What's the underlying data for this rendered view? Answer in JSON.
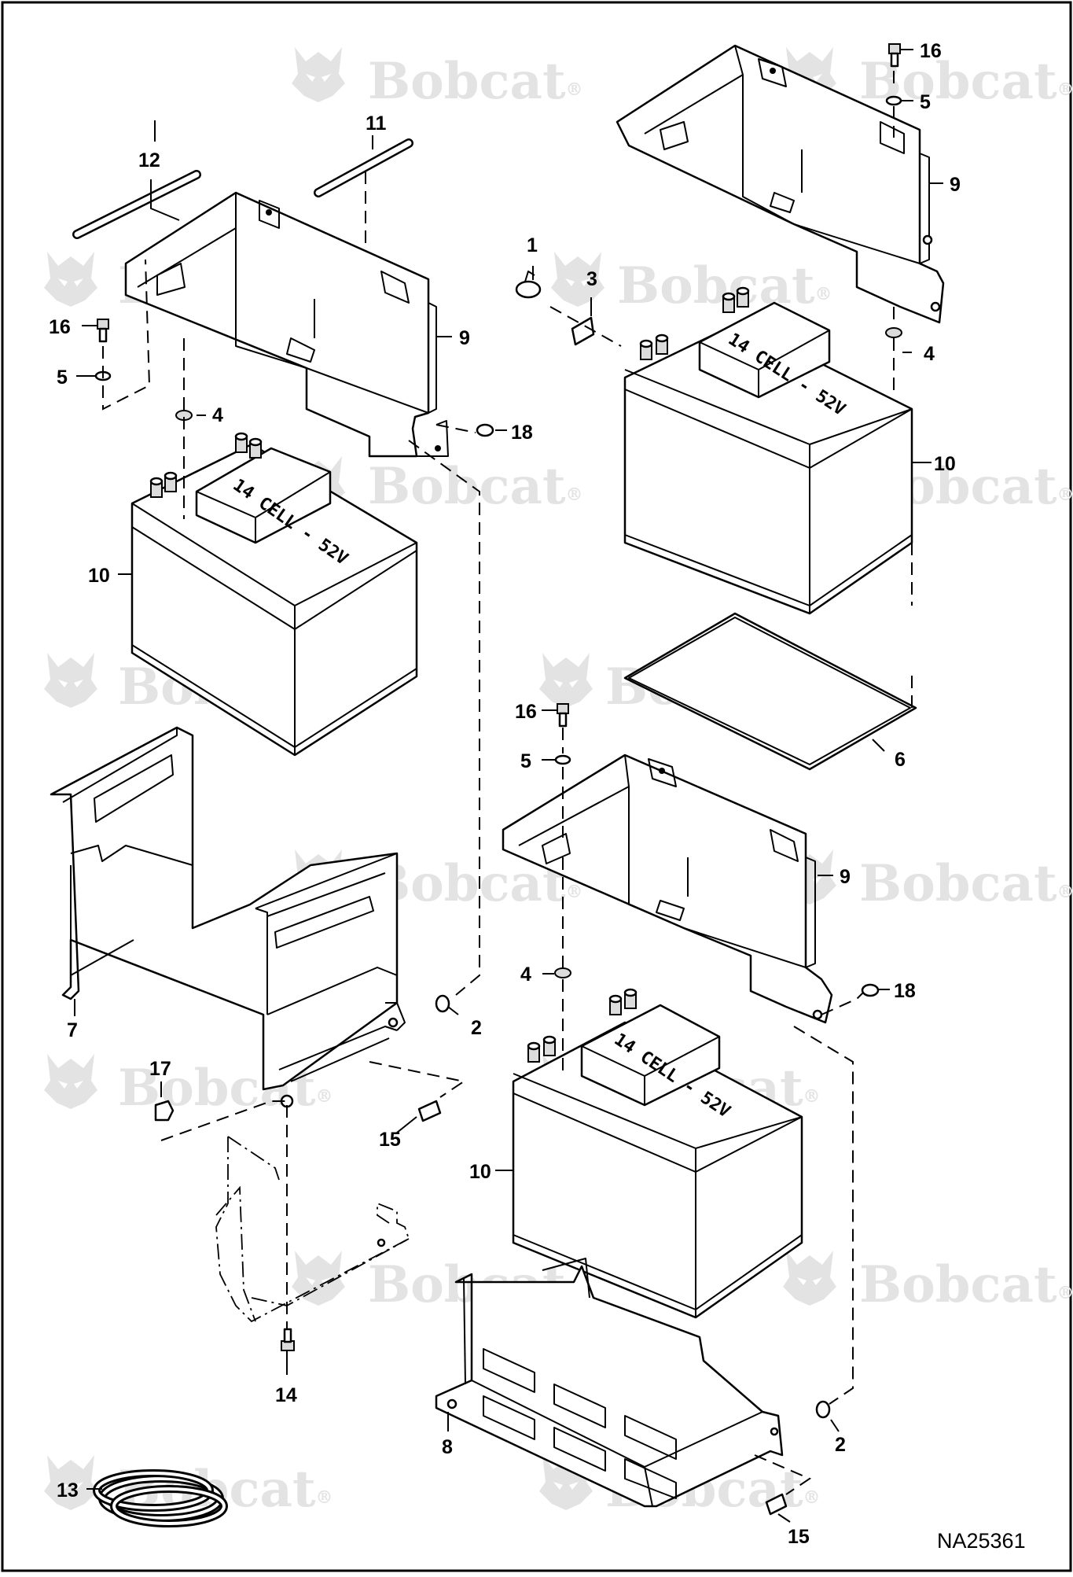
{
  "diagram": {
    "watermark_text": "Bobcat",
    "watermark_mark": "®",
    "drawing_number": "NA25361",
    "battery_label": "14 CELL - 52V",
    "callouts": [
      {
        "id": "c1",
        "label": "1"
      },
      {
        "id": "c2a",
        "label": "2"
      },
      {
        "id": "c2b",
        "label": "2"
      },
      {
        "id": "c3",
        "label": "3"
      },
      {
        "id": "c4a",
        "label": "4"
      },
      {
        "id": "c4b",
        "label": "4"
      },
      {
        "id": "c4c",
        "label": "4"
      },
      {
        "id": "c5a",
        "label": "5"
      },
      {
        "id": "c5b",
        "label": "5"
      },
      {
        "id": "c5c",
        "label": "5"
      },
      {
        "id": "c6",
        "label": "6"
      },
      {
        "id": "c7",
        "label": "7"
      },
      {
        "id": "c8",
        "label": "8"
      },
      {
        "id": "c9a",
        "label": "9"
      },
      {
        "id": "c9b",
        "label": "9"
      },
      {
        "id": "c9c",
        "label": "9"
      },
      {
        "id": "c10a",
        "label": "10"
      },
      {
        "id": "c10b",
        "label": "10"
      },
      {
        "id": "c10c",
        "label": "10"
      },
      {
        "id": "c11",
        "label": "11"
      },
      {
        "id": "c12",
        "label": "12"
      },
      {
        "id": "c13",
        "label": "13"
      },
      {
        "id": "c14",
        "label": "14"
      },
      {
        "id": "c15a",
        "label": "15"
      },
      {
        "id": "c15b",
        "label": "15"
      },
      {
        "id": "c16a",
        "label": "16"
      },
      {
        "id": "c16b",
        "label": "16"
      },
      {
        "id": "c16c",
        "label": "16"
      },
      {
        "id": "c17",
        "label": "17"
      },
      {
        "id": "c18a",
        "label": "18"
      },
      {
        "id": "c18b",
        "label": "18"
      }
    ]
  }
}
